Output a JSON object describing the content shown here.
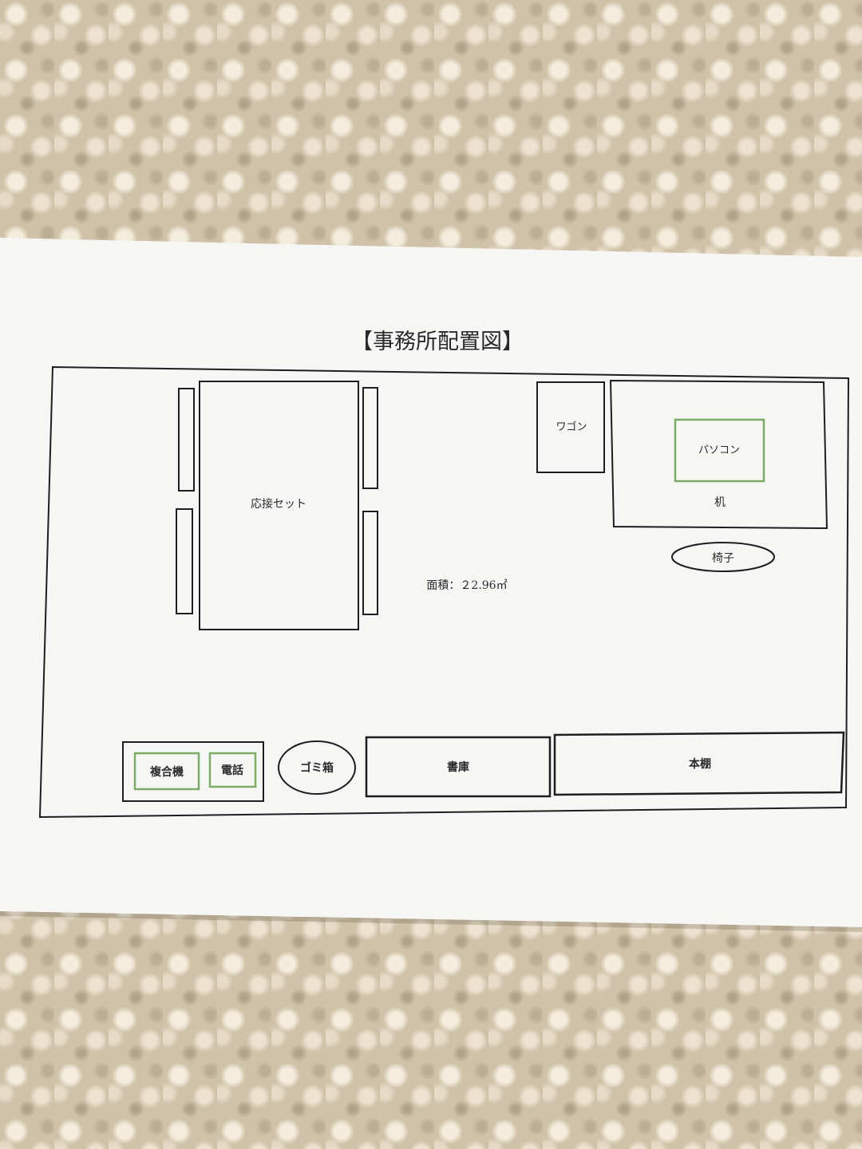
{
  "diagram": {
    "title": "【事務所配置図】",
    "area_label": "面積：２2.96㎡",
    "items": {
      "reception_set": "応接セット",
      "wagon": "ワゴン",
      "pc": "パソコン",
      "desk": "机",
      "chair": "椅子",
      "mfp": "複合機",
      "phone": "電話",
      "trash": "ゴミ箱",
      "archive": "書庫",
      "bookshelf": "本棚"
    }
  },
  "colors": {
    "paper": "#f7f7f5",
    "line": "#1e1e1e",
    "green_outline": "#7dab6a"
  }
}
